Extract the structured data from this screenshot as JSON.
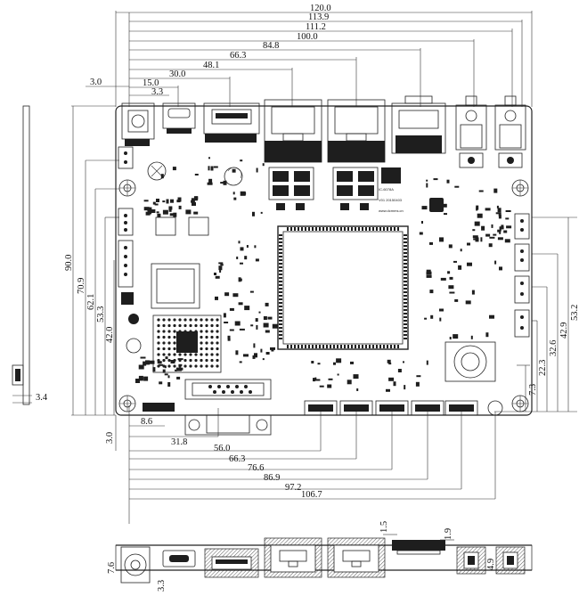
{
  "top_dimensions": [
    "120.0",
    "113.9",
    "111.2",
    "100.0",
    "84.8",
    "66.3",
    "48.1",
    "30.0",
    "15.0",
    "3.3",
    "3.0"
  ],
  "left_dimensions": [
    "90.0",
    "70.9",
    "62.1",
    "53.3",
    "42.0",
    "3.0"
  ],
  "right_dimensions": [
    "53.2",
    "42.9",
    "32.6",
    "22.3",
    "7.3"
  ],
  "bottom_dimensions": [
    "8.6",
    "31.8",
    "56.0",
    "66.3",
    "76.6",
    "86.9",
    "97.2",
    "106.7"
  ],
  "side_view_dimension": "3.4",
  "bottom_view_dimensions": [
    "7.6",
    "3.3",
    "1.5",
    "1.9",
    "4.9"
  ],
  "board_labels": {
    "model": "IC-6078A",
    "version": "V01 20150403",
    "website": "www.dcmms.cn"
  }
}
